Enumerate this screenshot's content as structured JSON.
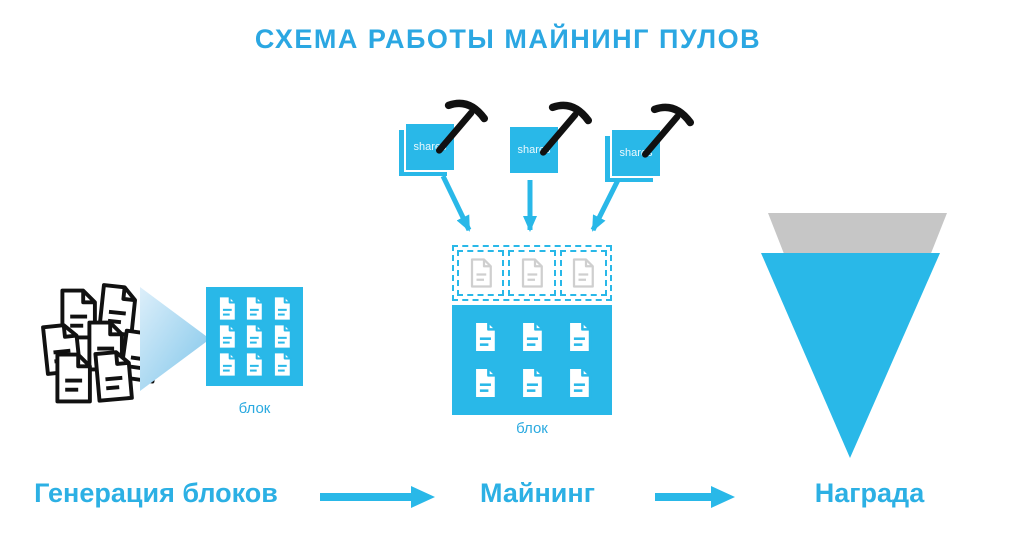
{
  "title": "СХЕМА РАБОТЫ МАЙНИНГ ПУЛОВ",
  "colors": {
    "accent": "#29b8e8",
    "title_text": "#2ba7e2",
    "gray_triangle": "#c6c6c6",
    "faded_doc": "#cfcfcf"
  },
  "shares_boxes": [
    {
      "label": "shares"
    },
    {
      "label": "shares"
    },
    {
      "label": "shares"
    }
  ],
  "left_block": {
    "label": "блок"
  },
  "center_block": {
    "label": "блок"
  },
  "steps": [
    {
      "label": "Генерация блоков"
    },
    {
      "label": "Майнинг"
    },
    {
      "label": "Награда"
    }
  ]
}
